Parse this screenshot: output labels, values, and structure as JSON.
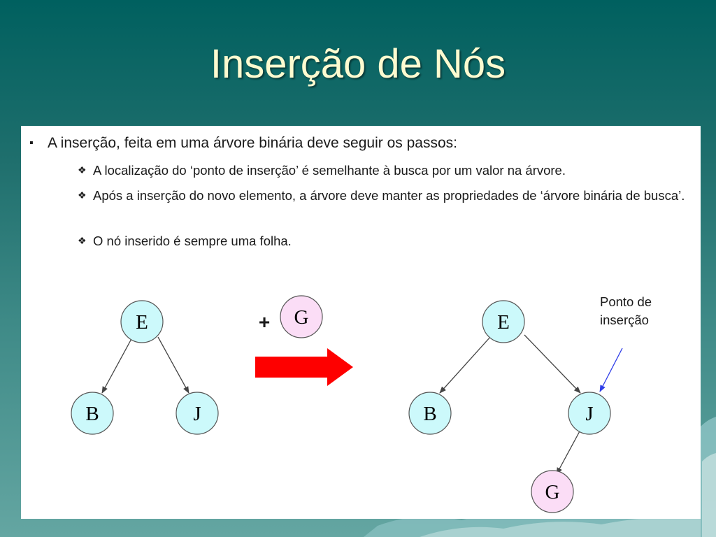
{
  "slide": {
    "title": "Inserção de Nós"
  },
  "bullets": {
    "main": "A inserção, feita em uma árvore binária deve seguir os passos:",
    "sub": [
      "A localização do ‘ponto de inserção’ é semelhante à busca por um valor na árvore.",
      "Após a inserção do novo elemento, a árvore deve manter as propriedades de ‘árvore binária de busca’.",
      "O nó inserido é sempre uma folha."
    ]
  },
  "diagram": {
    "before_tree": {
      "root": "E",
      "left": "B",
      "right": "J"
    },
    "plus_sign": "+",
    "new_node": "G",
    "after_tree": {
      "root": "E",
      "left": "B",
      "right": "J",
      "inserted": "G"
    },
    "annotation": {
      "line1": "Ponto de",
      "line2": "inserção"
    },
    "colors": {
      "existing_node_fill": "#ccf9fb",
      "new_node_fill": "#fbddf6",
      "arrow_fill": "#fe0000",
      "pointer_color": "#2f3ee8"
    }
  }
}
